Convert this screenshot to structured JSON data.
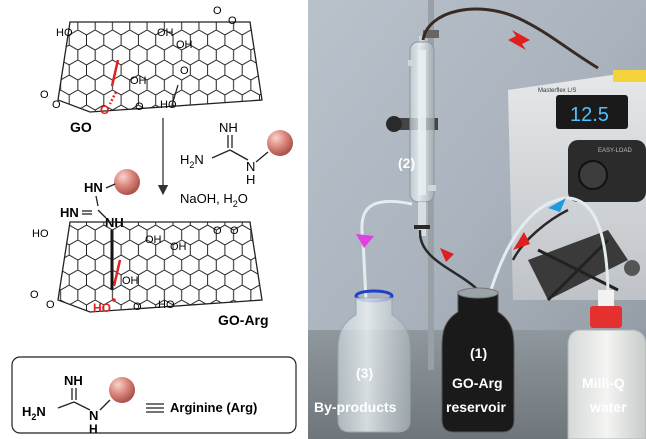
{
  "scheme": {
    "go_label": "GO",
    "go_arg_label": "GO-Arg",
    "conditions": {
      "reagents": "NaOH, H",
      "sub": "2",
      "tail": "O"
    },
    "reagent": {
      "nh": "NH",
      "h2n_main": "H",
      "h2n_sub": "2",
      "h2n_n": "N",
      "nh_h": "H"
    },
    "epoxide_o": "O",
    "go_groups": {
      "ho_tl": "HO",
      "oh1": "OH",
      "oh2": "OH",
      "oh3": "OH",
      "ho_b": "HO",
      "o_b": "O",
      "o_red": "O",
      "o_tr1": "O",
      "o_tr2": "O",
      "o_l1": "O",
      "o_l2": "O",
      "o_c": "O"
    },
    "goarg_groups": {
      "hn_top": "HN",
      "hn_left": "HN",
      "nh_right": "NH",
      "ho_tl": "HO",
      "oh1": "OH",
      "oh2": "OH",
      "oh3": "OH",
      "ho_b": "HO",
      "o_b": "O",
      "ho_red": "HO",
      "o_tr1": "O",
      "o_tr2": "O",
      "o_l1": "O",
      "o_l2": "O"
    },
    "legend": {
      "nh": "NH",
      "h2n_main": "H",
      "h2n_sub": "2",
      "h2n_n": "N",
      "nh_h": "H",
      "name": "Arginine (Arg)"
    }
  },
  "photo": {
    "labels": {
      "column": "(2)",
      "reservoir_num": "(1)",
      "reservoir_name": "GO-Arg",
      "reservoir_word": "reservoir",
      "byproducts_num": "(3)",
      "byproducts_name": "By-products",
      "water_1": "Milli-Q",
      "water_2": "water"
    },
    "pump_display": "12.5",
    "pump_brand": "Masterflex L/S",
    "pump_head": "EASY-LOAD"
  },
  "colors": {
    "accent_red": "#e02020",
    "arrow_blue": "#1e9be0",
    "arrow_magenta": "#e040e0",
    "sphere": "#d9837a",
    "display_blue": "#4fc3ff"
  }
}
